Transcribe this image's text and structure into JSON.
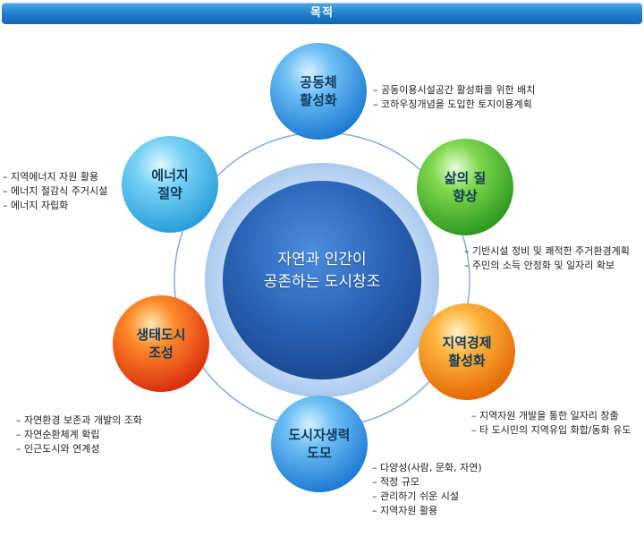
{
  "banner": {
    "title": "목적"
  },
  "center": {
    "line1": "자연과 인간이",
    "line2": "공존하는 도시창조"
  },
  "nodes": {
    "community": {
      "line1": "공동체",
      "line2": "활성화",
      "bullets": [
        "공동이용시설공간 활성화를 위한 배치",
        "코하우징개념을 도입한 토지이용계획"
      ]
    },
    "quality": {
      "line1": "삶의 질",
      "line2": "향상",
      "bullets": [
        "기반시설 정비 및 쾌적한 주거환경계획",
        "주민의 소득 안정화 및 일자리 확보"
      ]
    },
    "economy": {
      "line1": "지역경제",
      "line2": "활성화",
      "bullets": [
        "지역자원 개발을 통한 일자리 창출",
        "타 도시민의 지역유입 화합/동화 유도"
      ]
    },
    "selfsufficiency": {
      "line1": "도시자생력",
      "line2": "도모",
      "bullets": [
        "다양성(사람, 문화, 자연)",
        "적정 규모",
        "관리하기 쉬운 시설",
        "지역자원 활용"
      ]
    },
    "ecocity": {
      "line1": "생태도시",
      "line2": "조성",
      "bullets": [
        "자연환경 보존과 개발의 조화",
        "자연순환체계 확립",
        "인근도시와 연계성"
      ]
    },
    "energy": {
      "line1": "에너지",
      "line2": "절약",
      "bullets": [
        "지역에너지 자원 활용",
        "에너지 절감식 주거시설",
        "에너지 자립화"
      ]
    }
  },
  "colors": {
    "banner": "#1e7ccb",
    "ring": "#8aa9d8",
    "center": "#2a62b5",
    "community": "#2f8fe0",
    "quality": "#3aaa2a",
    "economy": "#f07a10",
    "selfsufficiency": "#2f8fe0",
    "ecocity": "#e3481a",
    "energy": "#37b3e8"
  }
}
